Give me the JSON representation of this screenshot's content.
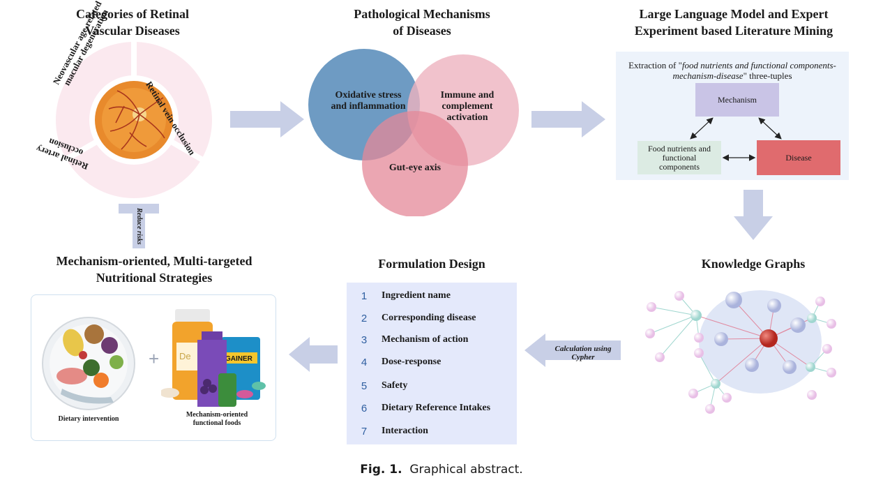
{
  "sections": {
    "categories": {
      "title_line1": "Categories of Retinal",
      "title_line2": "Vascular Diseases",
      "segments": [
        "Neovascular age-related macular degeneration",
        "Retinal vein occlusion",
        "Retinal artery occlusion"
      ],
      "seg1_line1": "Neovascular age-related",
      "seg1_line2": "macular degeneration",
      "seg2": "Retinal vein occlusion",
      "seg3": "Retinal artery occlusion"
    },
    "pathological": {
      "title_line1": "Pathological Mechanisms",
      "title_line2": "of Diseases",
      "circle1_line1": "Oxidative stress",
      "circle1_line2": "and inflammation",
      "circle2_line1": "Immune and",
      "circle2_line2": "complement",
      "circle2_line3": "activation",
      "circle3": "Gut-eye axis"
    },
    "llm": {
      "title_line1": "Large Language Model and Expert",
      "title_line2": "Experiment based Literature Mining",
      "extraction_prefix": "Extraction of \"",
      "extraction_italic_1": "food nutrients and functional components-",
      "extraction_italic_2": "mechanism-disease",
      "extraction_suffix": "\" three-tuples",
      "mechanism": "Mechanism",
      "food_line1": "Food nutrients and",
      "food_line2": "functional",
      "food_line3": "components",
      "disease": "Disease"
    },
    "knowledge_graphs": {
      "title": "Knowledge Graphs"
    },
    "formulation": {
      "title": "Formulation Design",
      "items": [
        {
          "num": "1",
          "label": "Ingredient name"
        },
        {
          "num": "2",
          "label": "Corresponding disease"
        },
        {
          "num": "3",
          "label": "Mechanism of action"
        },
        {
          "num": "4",
          "label": "Dose-response"
        },
        {
          "num": "5",
          "label": "Safety"
        },
        {
          "num": "6",
          "label": "Dietary Reference Intakes"
        },
        {
          "num": "7",
          "label": "Interaction"
        }
      ]
    },
    "cypher_label": "Calculation using Cypher",
    "reduce_label": "Reduce risks",
    "strategies": {
      "title_line1": "Mechanism-oriented, Multi-targeted",
      "title_line2": "Nutritional Strategies",
      "plus": "+",
      "dietary": "Dietary intervention",
      "functional_line1": "Mechanism-oriented",
      "functional_line2": "functional foods"
    }
  },
  "caption": {
    "label": "Fig. 1.",
    "text": "Graphical abstract."
  },
  "colors": {
    "arrow": "#c8cfe6",
    "circle_blue": "#5e90bd",
    "circle_pink": "#eeb3bf",
    "circle_red": "#e48898",
    "mechanism_box": "#c9c4e6",
    "food_box": "#dcebe3",
    "disease_box": "#e06b6e",
    "formulation_bg": "#e4e9fb",
    "llm_bg": "#edf3fb"
  }
}
